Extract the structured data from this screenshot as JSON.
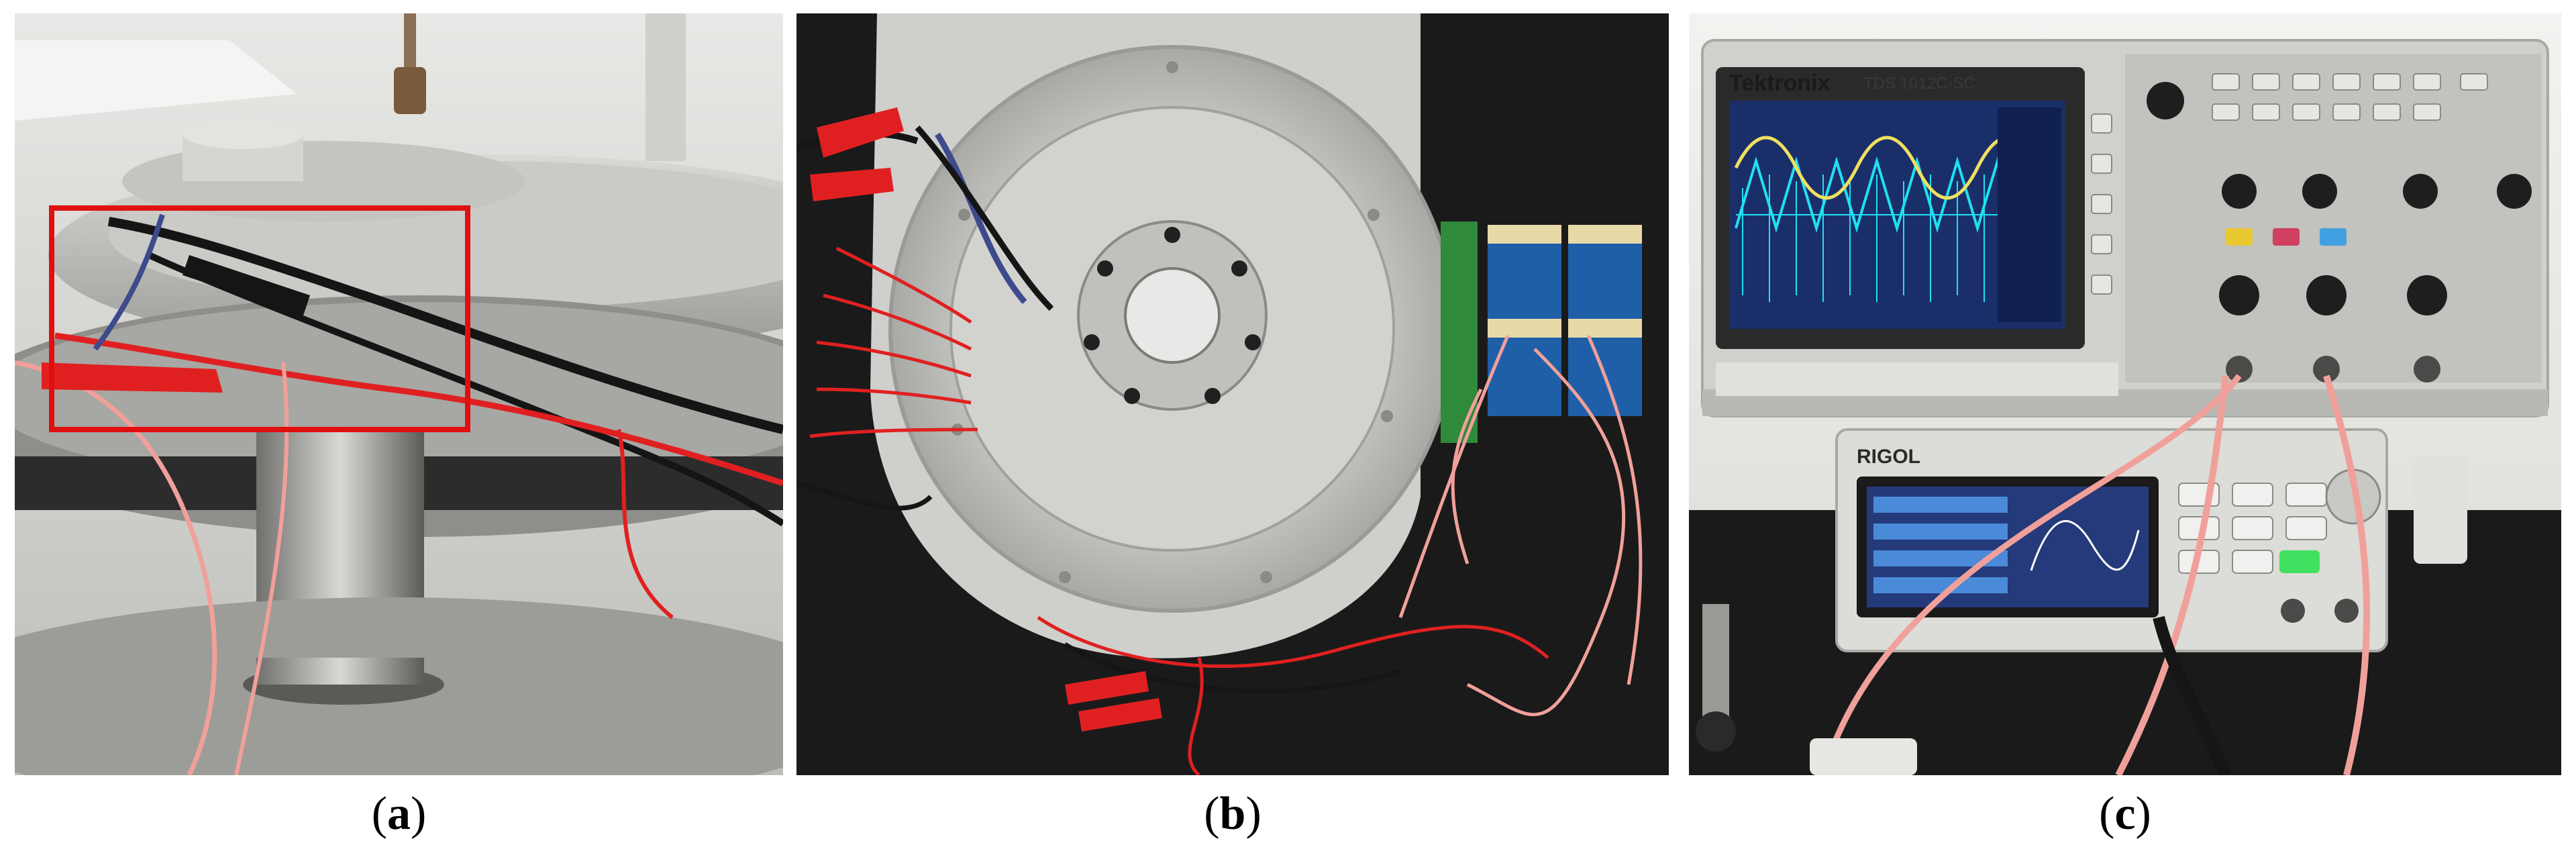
{
  "panels": [
    {
      "id": "a",
      "caption_open": "(",
      "caption_letter": "a",
      "caption_close": ")"
    },
    {
      "id": "b",
      "caption_open": "(",
      "caption_letter": "b",
      "caption_close": ")"
    },
    {
      "id": "c",
      "caption_open": "(",
      "caption_letter": "c",
      "caption_close": ")",
      "oscilloscope_brand": "Tektronix",
      "oscilloscope_model": "TDS 1012C-SC",
      "generator_brand": "RIGOL"
    }
  ],
  "colors": {
    "highlight_box": "#e01010",
    "red_wire": "#e02020",
    "black_wire": "#151515",
    "pink_wire": "#f0a09a",
    "bench": "#1a1a1a",
    "trace_yellow": "#f0e060",
    "trace_cyan": "#20e0f0"
  }
}
